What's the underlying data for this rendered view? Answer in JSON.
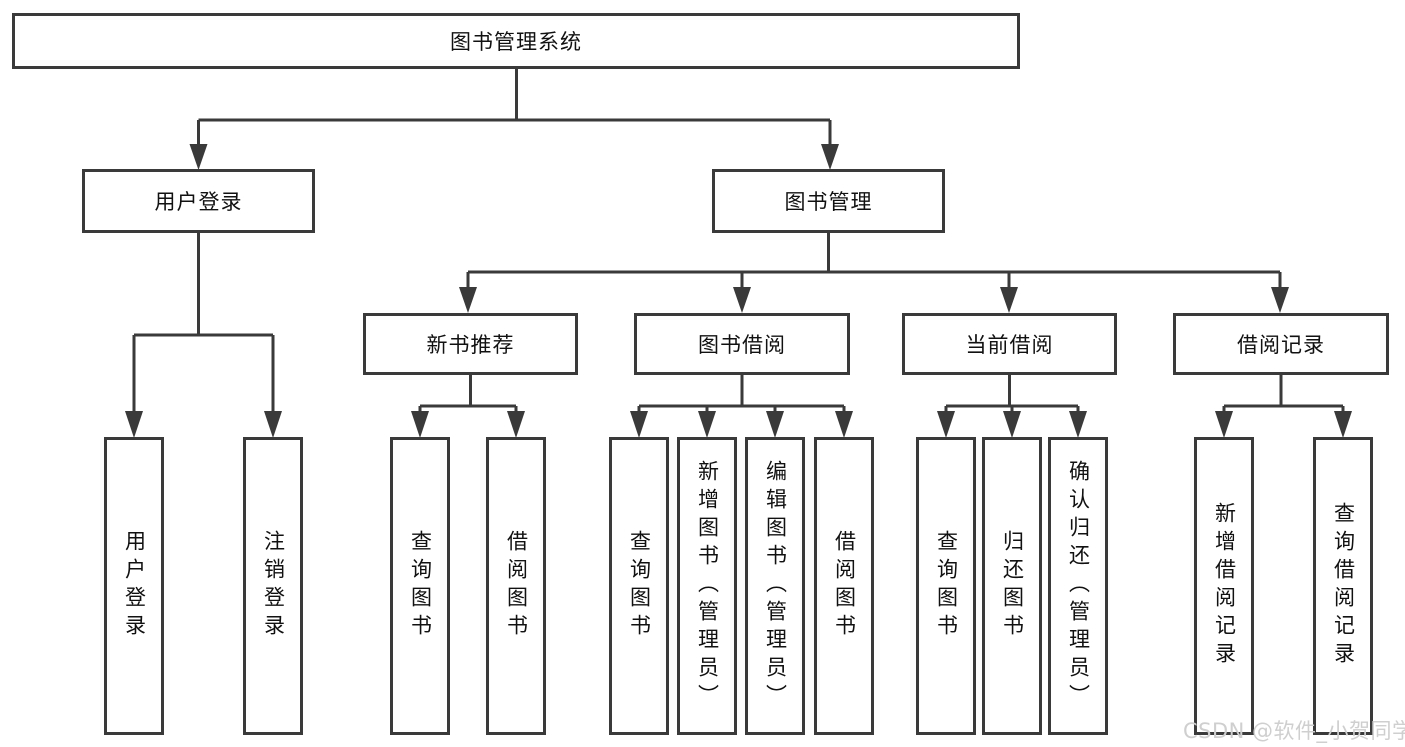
{
  "diagram": {
    "root": {
      "label": "图书管理系统"
    },
    "user_login": {
      "label": "用户登录",
      "children": [
        {
          "label": "用户登录"
        },
        {
          "label": "注销登录"
        }
      ]
    },
    "book_mgmt": {
      "label": "图书管理",
      "sections": [
        {
          "label": "新书推荐",
          "children": [
            {
              "label": "查询图书"
            },
            {
              "label": "借阅图书"
            }
          ]
        },
        {
          "label": "图书借阅",
          "children": [
            {
              "label": "查询图书"
            },
            {
              "label": "新增图书（管理员）"
            },
            {
              "label": "编辑图书（管理员）"
            },
            {
              "label": "借阅图书"
            }
          ]
        },
        {
          "label": "当前借阅",
          "children": [
            {
              "label": "查询图书"
            },
            {
              "label": "归还图书"
            },
            {
              "label": "确认归还（管理员）"
            }
          ]
        },
        {
          "label": "借阅记录",
          "children": [
            {
              "label": "新增借阅记录"
            },
            {
              "label": "查询借阅记录"
            }
          ]
        }
      ]
    }
  },
  "watermark": {
    "text": "CSDN @软件_小贺同学"
  },
  "colors": {
    "line": "#3a3a3a",
    "box_border": "#3a3a3a",
    "text": "#111111",
    "watermark": "#cfcfcf",
    "background": "#ffffff"
  }
}
